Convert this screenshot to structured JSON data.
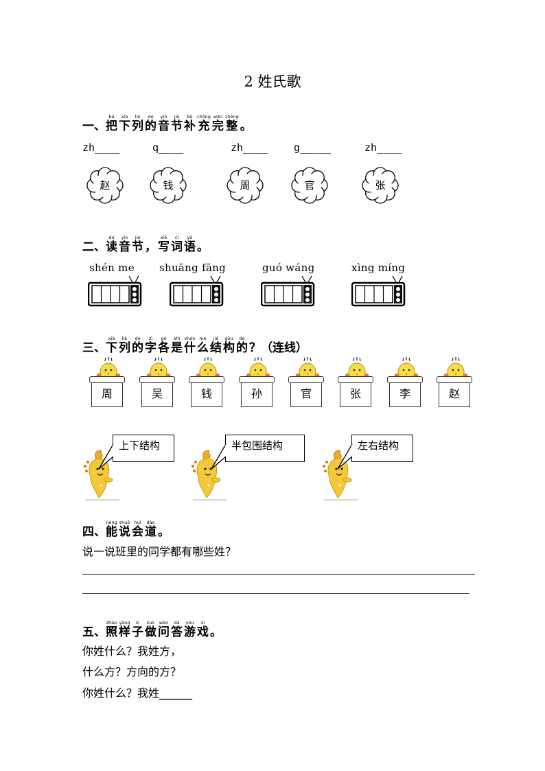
{
  "title": "2 姓氏歌",
  "sec1": {
    "num": "一、",
    "words": [
      {
        "py": "bǎ",
        "hz": "把"
      },
      {
        "py": "xià",
        "hz": "下"
      },
      {
        "py": "liè",
        "hz": "列"
      },
      {
        "py": "de",
        "hz": "的"
      },
      {
        "py": "yīn",
        "hz": "音"
      },
      {
        "py": "jié",
        "hz": "节"
      },
      {
        "py": "bǔ",
        "hz": "补"
      },
      {
        "py": "chōng",
        "hz": "充"
      },
      {
        "py": "wán",
        "hz": "完"
      },
      {
        "py": "zhěng",
        "hz": "整"
      }
    ],
    "end": "。",
    "blanks": [
      "zh____",
      "q____",
      "zh____",
      "g_____",
      "zh____"
    ],
    "chars": [
      "赵",
      "钱",
      "周",
      "官",
      "张"
    ]
  },
  "sec2": {
    "num": "二、",
    "words": [
      {
        "py": "dú",
        "hz": "读"
      },
      {
        "py": "yīn",
        "hz": "音"
      },
      {
        "py": "jié",
        "hz": "节"
      },
      {
        "py": "",
        "hz": "，"
      },
      {
        "py": "xiě",
        "hz": "写"
      },
      {
        "py": "cí",
        "hz": "词"
      },
      {
        "py": "yǔ",
        "hz": "语"
      }
    ],
    "end": "。",
    "pinyin": [
      "shén me",
      "shuāng fāng",
      "guó wáng",
      "xìng míng"
    ]
  },
  "sec3": {
    "num": "三、",
    "words": [
      {
        "py": "xià",
        "hz": "下"
      },
      {
        "py": "liè",
        "hz": "列"
      },
      {
        "py": "de",
        "hz": "的"
      },
      {
        "py": "zì",
        "hz": "字"
      },
      {
        "py": "gè",
        "hz": "各"
      },
      {
        "py": "shì",
        "hz": "是"
      },
      {
        "py": "shén",
        "hz": "什"
      },
      {
        "py": "me",
        "hz": "么"
      },
      {
        "py": "jié",
        "hz": "结"
      },
      {
        "py": "gòu",
        "hz": "构"
      },
      {
        "py": "de",
        "hz": "的"
      }
    ],
    "end": "？（连线）",
    "chars": [
      "周",
      "吴",
      "钱",
      "孙",
      "官",
      "张",
      "李",
      "赵"
    ],
    "structures": [
      "上下结构",
      "半包围结构",
      "左右结构"
    ]
  },
  "sec4": {
    "num": "四、",
    "words": [
      {
        "py": "néng",
        "hz": "能"
      },
      {
        "py": "shuō",
        "hz": "说"
      },
      {
        "py": "huì",
        "hz": "会"
      },
      {
        "py": "dào",
        "hz": "道"
      }
    ],
    "end": "。",
    "prompt": "说一说班里的同学都有哪些姓？"
  },
  "sec5": {
    "num": "五、",
    "words": [
      {
        "py": "zhào",
        "hz": "照"
      },
      {
        "py": "yàng",
        "hz": "样"
      },
      {
        "py": "zi",
        "hz": "子"
      },
      {
        "py": "zuò",
        "hz": "做"
      },
      {
        "py": "wèn",
        "hz": "问"
      },
      {
        "py": "dá",
        "hz": "答"
      },
      {
        "py": "yóu",
        "hz": "游"
      },
      {
        "py": "xì",
        "hz": "戏"
      }
    ],
    "end": "。",
    "lines": [
      "你姓什么？我姓方，",
      "什么方？方向的方？",
      "你姓什么？我姓______"
    ]
  },
  "colors": {
    "chick": "#f7dc4a",
    "chick_outline": "#b88a10",
    "creature": "#f3c93a"
  }
}
